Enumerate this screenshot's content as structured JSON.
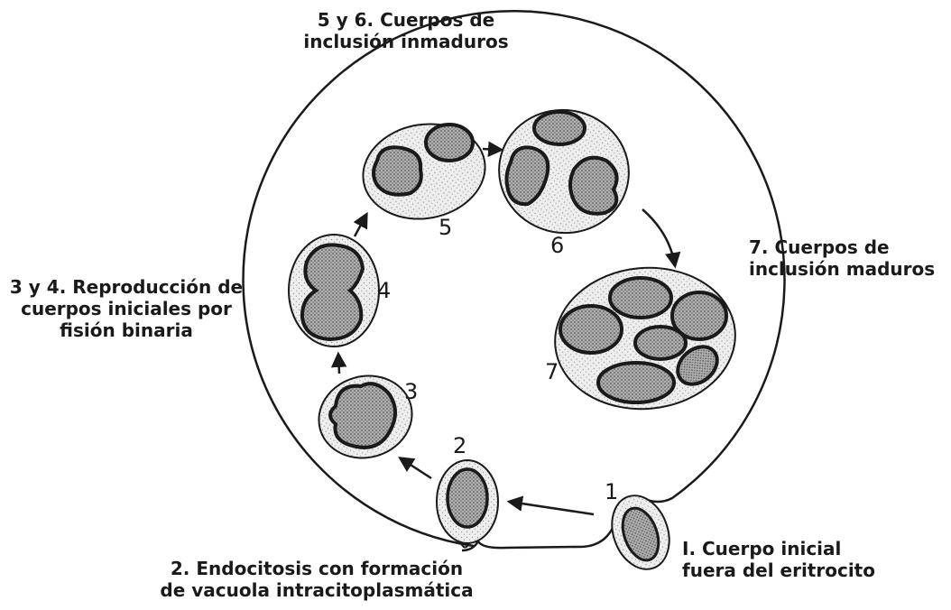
{
  "captions": {
    "stage_5_6": [
      "5 y 6. Cuerpos de",
      "inclusión inmaduros"
    ],
    "stage_7": [
      "7. Cuerpos de",
      "inclusión maduros"
    ],
    "stage_3_4": [
      "3 y 4. Reproducción de",
      "cuerpos iniciales por",
      "fisión binaria"
    ],
    "stage_2": [
      "2. Endocitosis con formación",
      "de vacuola intracitoplasmática"
    ],
    "stage_1": [
      "I. Cuerpo inicial",
      "fuera del eritrocito"
    ]
  },
  "stage_numbers": {
    "n1": "1",
    "n2": "2",
    "n3": "3",
    "n4": "4",
    "n5": "5",
    "n6": "6",
    "n7": "7"
  },
  "colors": {
    "ink": "#1a1a1a",
    "body_fill": "#e6e6e6",
    "nucleus_fill": "#8a8a8a",
    "background": "#ffffff"
  }
}
